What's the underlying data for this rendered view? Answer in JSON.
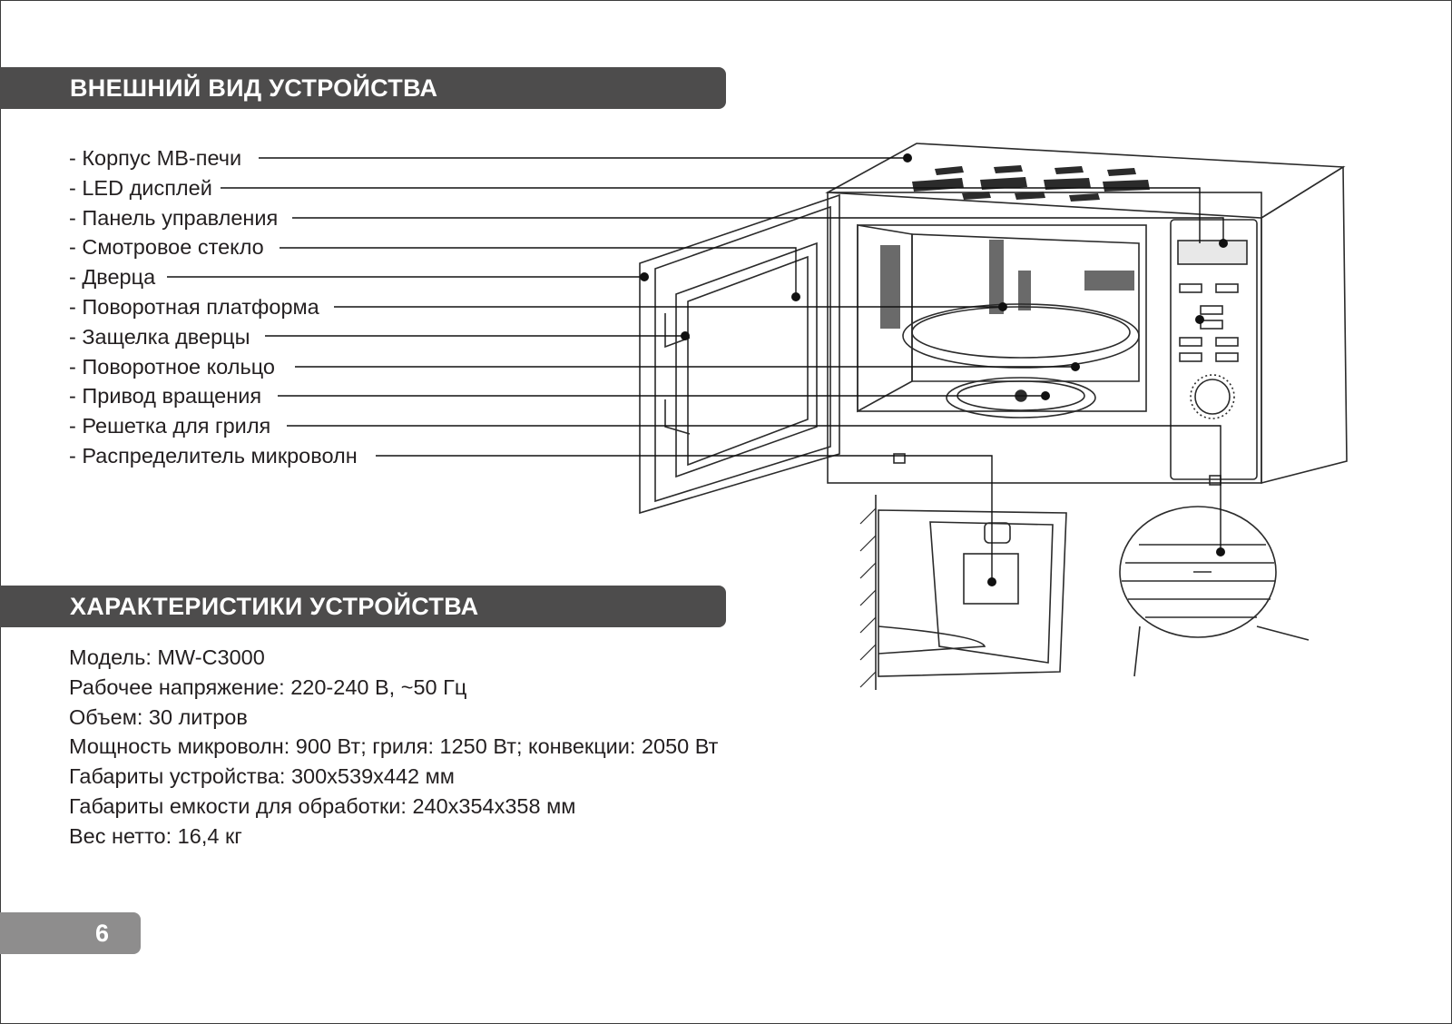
{
  "section_appearance": {
    "title": "ВНЕШНИЙ ВИД  УСТРОЙСТВА",
    "components": [
      "- Корпус МВ-печи",
      "- LED дисплей",
      "- Панель управления",
      "- Смотровое стекло",
      "- Дверца",
      "- Поворотная платформа",
      "- Защелка дверцы",
      "- Поворотное кольцо",
      "- Привод вращения",
      "- Решетка для гриля",
      "- Распределитель микроволн"
    ]
  },
  "section_specs": {
    "title": "ХАРАКТЕРИСТИКИ УСТРОЙСТВА",
    "lines": [
      "Модель: MW-C3000",
      "Рабочее напряжение: 220-240 В, ~50 Гц",
      "Объем: 30 литров",
      "Мощность микроволн: 900 Вт; гриля: 1250 Вт; конвекции: 2050 Вт",
      "Габариты устройства: 300х539х442 мм",
      "Габариты емкости для обработки: 240х354х358 мм",
      "Вес нетто: 16,4 кг"
    ]
  },
  "page_number": "6",
  "colors": {
    "banner": "#4d4c4c",
    "page_tab": "#8e8d8d",
    "text": "#231f20"
  },
  "illustration": "microwave-oven-exploded-view"
}
